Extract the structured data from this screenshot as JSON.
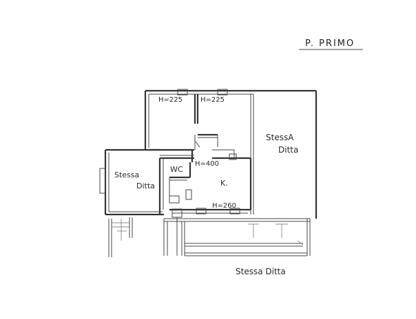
{
  "title": "P. PRIMO",
  "labels": {
    "room1_height": "H=225",
    "room2_height": "H=225",
    "corridor_height": "H=400",
    "kitchen_label": "K.",
    "kitchen_height": "H=260",
    "wc_label": "WC",
    "stessa_ditta_right_line1": "StessA",
    "stessa_ditta_right_line2": "Ditta",
    "stessa_ditta_left_line1": "Stessa",
    "stessa_ditta_left_line2": "Ditta",
    "stessa_ditta_bottom": "Stessa Ditta"
  },
  "colors": {
    "ink": "#333333",
    "paper": "#ffffff"
  }
}
